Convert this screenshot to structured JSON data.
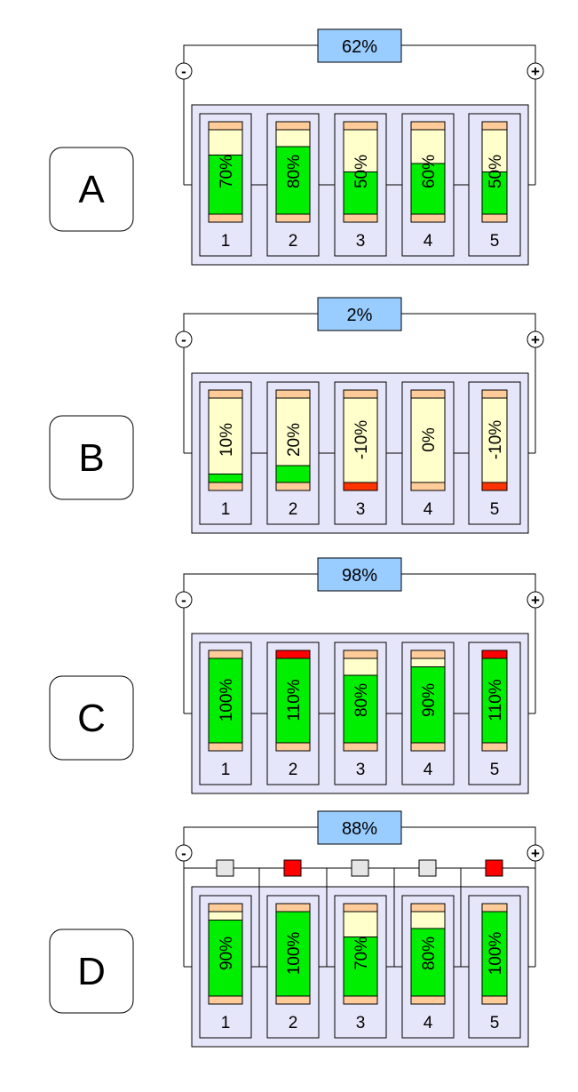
{
  "colors": {
    "charge": "#00ee00",
    "empty": "#ffffcc",
    "terminal": "#ffcc99",
    "overcharge": "#ff0000",
    "negative": "#ff3300",
    "pack_bg": "#e6e6fa",
    "label_bg": "#99ccff",
    "balancer_idle": "#e6e6e6",
    "balancer_active": "#ff0000"
  },
  "scenarios": [
    {
      "letter": "A",
      "pack_level": "62%",
      "negative_terminal": "-",
      "positive_terminal": "+",
      "has_balancers": false,
      "cells": [
        {
          "number": "1",
          "charge": 70,
          "label": "70%",
          "narrow": false
        },
        {
          "number": "2",
          "charge": 80,
          "label": "80%",
          "narrow": false
        },
        {
          "number": "3",
          "charge": 50,
          "label": "50%",
          "narrow": false
        },
        {
          "number": "4",
          "charge": 60,
          "label": "60%",
          "narrow": false
        },
        {
          "number": "5",
          "charge": 50,
          "label": "50%",
          "narrow": true
        }
      ]
    },
    {
      "letter": "B",
      "pack_level": "2%",
      "negative_terminal": "-",
      "positive_terminal": "+",
      "has_balancers": false,
      "cells": [
        {
          "number": "1",
          "charge": 10,
          "label": "10%",
          "narrow": false
        },
        {
          "number": "2",
          "charge": 20,
          "label": "20%",
          "narrow": false
        },
        {
          "number": "3",
          "charge": -10,
          "label": "-10%",
          "narrow": false
        },
        {
          "number": "4",
          "charge": 0,
          "label": "0%",
          "narrow": false
        },
        {
          "number": "5",
          "charge": -10,
          "label": "-10%",
          "narrow": true
        }
      ]
    },
    {
      "letter": "C",
      "pack_level": "98%",
      "negative_terminal": "-",
      "positive_terminal": "+",
      "has_balancers": false,
      "cells": [
        {
          "number": "1",
          "charge": 100,
          "label": "100%",
          "narrow": false
        },
        {
          "number": "2",
          "charge": 110,
          "label": "110%",
          "narrow": false
        },
        {
          "number": "3",
          "charge": 80,
          "label": "80%",
          "narrow": false
        },
        {
          "number": "4",
          "charge": 90,
          "label": "90%",
          "narrow": false
        },
        {
          "number": "5",
          "charge": 110,
          "label": "110%",
          "narrow": true
        }
      ]
    },
    {
      "letter": "D",
      "pack_level": "88%",
      "negative_terminal": "-",
      "positive_terminal": "+",
      "has_balancers": true,
      "cells": [
        {
          "number": "1",
          "charge": 90,
          "label": "90%",
          "narrow": false,
          "balancer": "idle"
        },
        {
          "number": "2",
          "charge": 100,
          "label": "100%",
          "narrow": false,
          "balancer": "active"
        },
        {
          "number": "3",
          "charge": 70,
          "label": "70%",
          "narrow": false,
          "balancer": "idle"
        },
        {
          "number": "4",
          "charge": 80,
          "label": "80%",
          "narrow": false,
          "balancer": "idle"
        },
        {
          "number": "5",
          "charge": 100,
          "label": "100%",
          "narrow": true,
          "balancer": "active"
        }
      ]
    }
  ]
}
